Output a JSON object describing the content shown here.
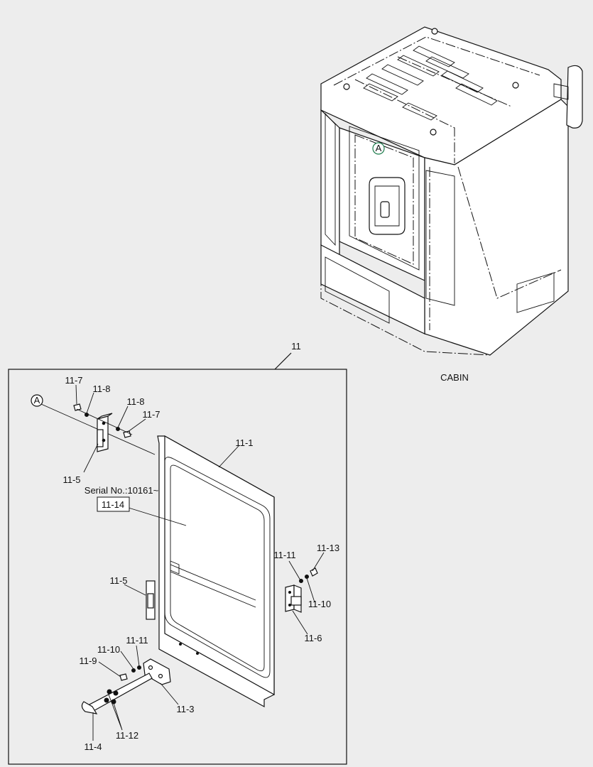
{
  "diagram": {
    "cabin_caption": "CABIN",
    "assembly_number": "11",
    "serial_note": "Serial No.:10161~",
    "view_marker": "A",
    "callouts": {
      "c11_7_top": "11-7",
      "c11_8_top": "11-8",
      "c11_8_right": "11-8",
      "c11_7_right": "11-7",
      "c11_5_upper": "11-5",
      "c11_1": "11-1",
      "c11_14": "11-14",
      "c11_11_right": "11-11",
      "c11_13": "11-13",
      "c11_10_right": "11-10",
      "c11_6": "11-6",
      "c11_5_lower": "11-5",
      "c11_10_left": "11-10",
      "c11_11_left": "11-11",
      "c11_9": "11-9",
      "c11_3": "11-3",
      "c11_12": "11-12",
      "c11_4": "11-4"
    }
  }
}
